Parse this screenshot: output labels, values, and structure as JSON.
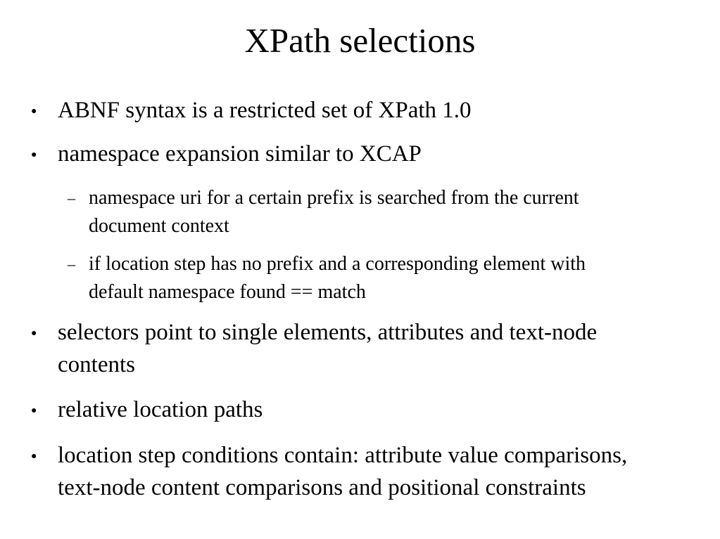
{
  "slide": {
    "title": "XPath selections",
    "bullet_glyph": "●",
    "dash_glyph": "–",
    "items": [
      {
        "text": "ABNF syntax is a restricted set of XPath 1.0"
      },
      {
        "text": "namespace expansion similar to XCAP"
      },
      {
        "text": "namespace uri for a certain prefix is searched from the current document context"
      },
      {
        "text": "if location step has no prefix and a corresponding element with default namespace found == match"
      },
      {
        "text": "selectors point to single elements, attributes and text-node contents"
      },
      {
        "text": "relative location paths"
      },
      {
        "text": "location step conditions contain: attribute value comparisons, text-node content comparisons and positional constraints"
      }
    ]
  }
}
